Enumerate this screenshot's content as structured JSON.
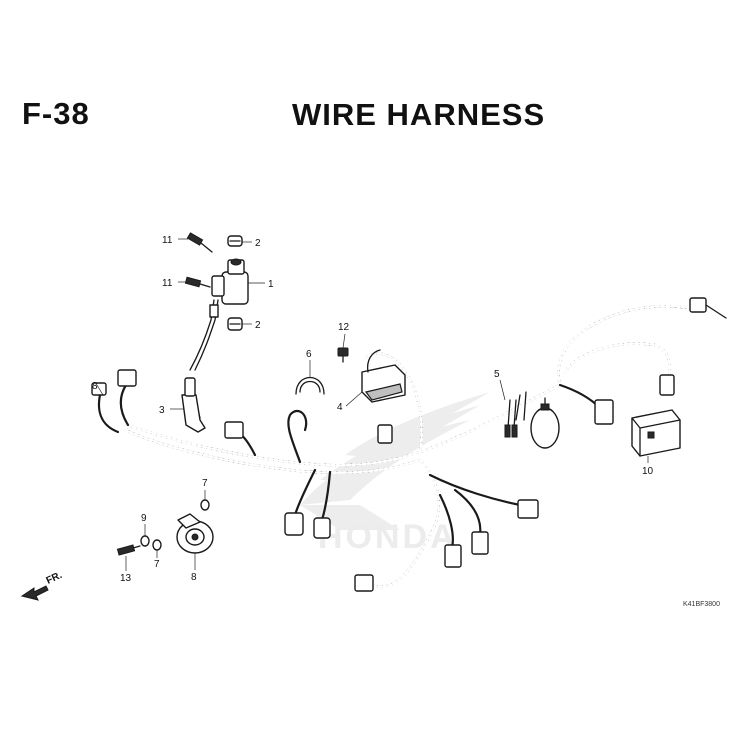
{
  "header": {
    "figure_number": "F-38",
    "title": "WIRE HARNESS"
  },
  "callouts": [
    {
      "id": "c1",
      "text": "1"
    },
    {
      "id": "c2a",
      "text": "2"
    },
    {
      "id": "c2b",
      "text": "2"
    },
    {
      "id": "c3",
      "text": "3"
    },
    {
      "id": "c4",
      "text": "4"
    },
    {
      "id": "c5",
      "text": "5"
    },
    {
      "id": "c6",
      "text": "6"
    },
    {
      "id": "c7a",
      "text": "7"
    },
    {
      "id": "c7b",
      "text": "7"
    },
    {
      "id": "c8a",
      "text": "8"
    },
    {
      "id": "c8b",
      "text": "8"
    },
    {
      "id": "c9",
      "text": "9"
    },
    {
      "id": "c10",
      "text": "10"
    },
    {
      "id": "c11a",
      "text": "11"
    },
    {
      "id": "c11b",
      "text": "11"
    },
    {
      "id": "c12",
      "text": "12"
    },
    {
      "id": "c13",
      "text": "13"
    }
  ],
  "direction_indicator": {
    "label": "FR."
  },
  "drawing_code": "K41BF3800",
  "watermark": {
    "brand": "HONDA"
  },
  "colors": {
    "line": "#1a1a1a",
    "background": "#ffffff",
    "watermark": "#ededed"
  }
}
